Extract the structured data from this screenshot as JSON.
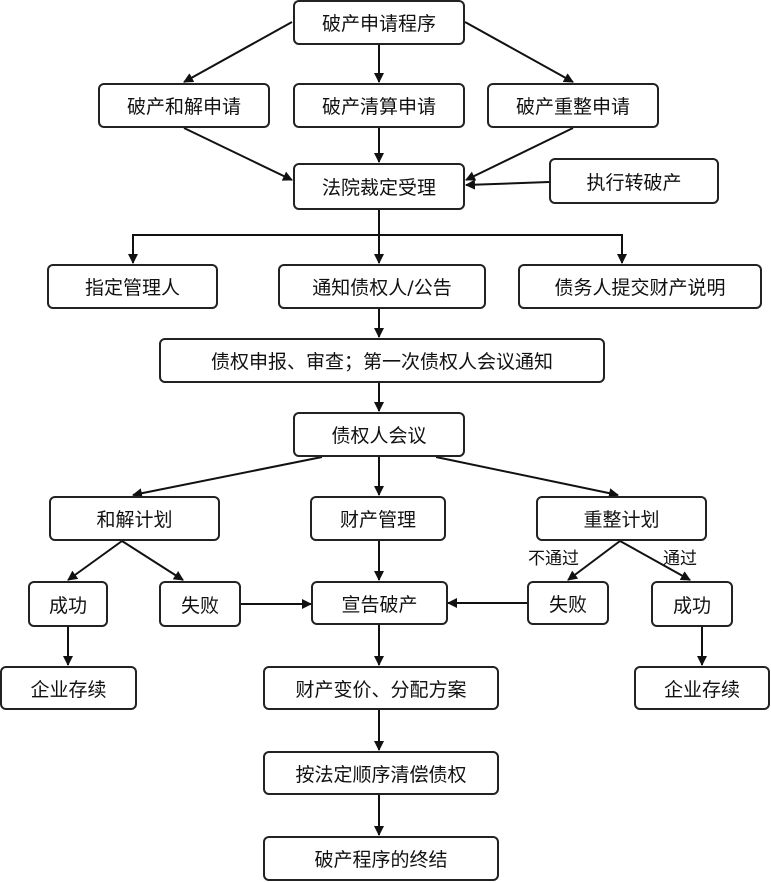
{
  "nodes": {
    "start": "破产申请程序",
    "conciliation_apply": "破产和解申请",
    "liquidation_apply": "破产清算申请",
    "reorg_apply": "破产重整申请",
    "court_accept": "法院裁定受理",
    "exec_to_bankruptcy": "执行转破产",
    "appoint_admin": "指定管理人",
    "notify_creditors": "通知债权人/公告",
    "debtor_property": "债务人提交财产说明",
    "claims_review": "债权申报、审查；第一次债权人会议通知",
    "creditors_meeting": "债权人会议",
    "conciliation_plan": "和解计划",
    "property_management": "财产管理",
    "reorg_plan": "重整计划",
    "success_left": "成功",
    "fail_left": "失败",
    "declare_bankruptcy": "宣告破产",
    "fail_right": "失败",
    "success_right": "成功",
    "enterprise_left": "企业存续",
    "liquidate_distribute": "财产变价、分配方案",
    "enterprise_right": "企业存续",
    "repay": "按法定顺序清偿债权",
    "end": "破产程序的终结"
  },
  "edge_labels": {
    "not_passed": "不通过",
    "passed": "通过"
  }
}
